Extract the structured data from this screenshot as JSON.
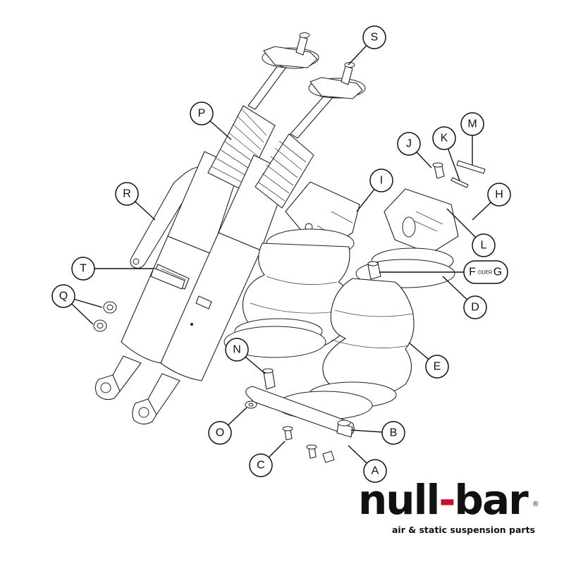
{
  "labels": {
    "S": "S",
    "P": "P",
    "R": "R",
    "T": "T",
    "Q": "Q",
    "I": "I",
    "J": "J",
    "K": "K",
    "M": "M",
    "H": "H",
    "L": "L",
    "FG_F": "F",
    "FG_oder": "ODER",
    "FG_G": "G",
    "D": "D",
    "E": "E",
    "N": "N",
    "O": "O",
    "B": "B",
    "C": "C",
    "A": "A"
  },
  "logo": {
    "word_left": "null",
    "word_dash": "-",
    "word_right": "bar",
    "registered": "®",
    "tagline": "air & static suspension parts"
  },
  "colors": {
    "logo_dash": "#c8102e",
    "lines": "#222222"
  }
}
